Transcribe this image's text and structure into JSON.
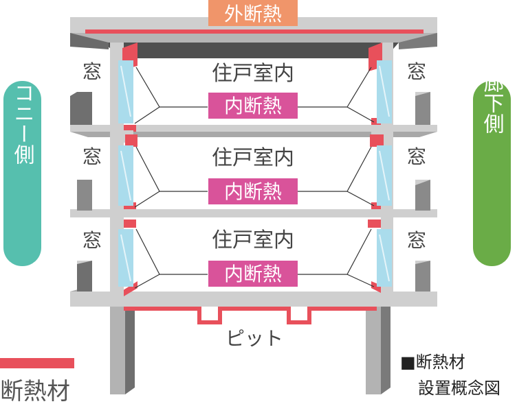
{
  "labels": {
    "outer_insulation": "外断熱",
    "inner_insulation": "内断熱",
    "room": "住戸室内",
    "window": "窓",
    "balcony_side": "バルコニー側",
    "corridor_side": "廊下側",
    "pit": "ピット",
    "legend_label": "断熱材",
    "concept_line1": "■断熱材",
    "concept_line2": "設置概念図"
  },
  "colors": {
    "insulation_red": "#e8505b",
    "outer_badge": "#f0956a",
    "inner_badge": "#d9539a",
    "balcony_pill": "#56bfae",
    "corridor_pill": "#6aac47",
    "slab_light": "#cfcfcf",
    "slab_dark": "#6f6f6f",
    "glass": "#aadcec"
  }
}
